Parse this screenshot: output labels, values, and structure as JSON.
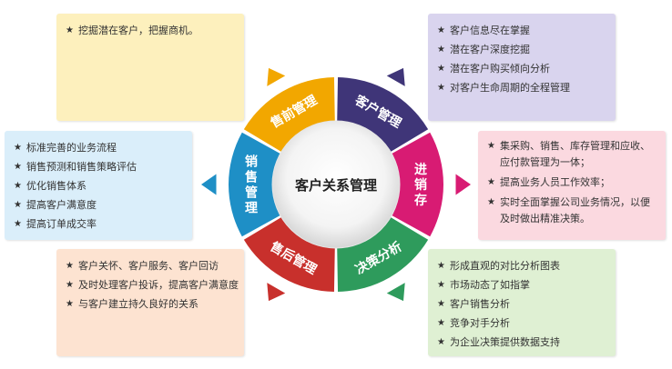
{
  "center": {
    "title": "客户关系管理"
  },
  "segments": [
    {
      "label": "客户管理",
      "color": "#3f3578"
    },
    {
      "label": "进销存",
      "color": "#d81b73"
    },
    {
      "label": "决策分析",
      "color": "#2e9b5c"
    },
    {
      "label": "售后管理",
      "color": "#c8302c"
    },
    {
      "label": "销售管理",
      "color": "#1e8fc6"
    },
    {
      "label": "售前管理",
      "color": "#f2a700"
    }
  ],
  "boxes": {
    "presale": {
      "color": "#fdf0bd",
      "items": [
        "挖掘潜在客户，把握商机。"
      ]
    },
    "customer": {
      "color": "#d9d4ee",
      "items": [
        "客户信息尽在掌握",
        "潜在客户深度挖掘",
        "潜在客户购买倾向分析",
        "对客户生命周期的全程管理"
      ]
    },
    "sales": {
      "color": "#daeefa",
      "items": [
        "标准完善的业务流程",
        "销售预测和销售策略评估",
        "优化销售体系",
        "提高客户满意度",
        "提高订单成交率"
      ]
    },
    "inventory": {
      "color": "#fbd9e0",
      "items": [
        "集采购、销售、库存管理和应收、应付款管理为一体；",
        "提高业务人员工作效率；",
        "实时全面掌握公司业务情况，以便及时做出精准决策。"
      ]
    },
    "aftersale": {
      "color": "#fde3d1",
      "items": [
        "客户关怀、客户服务、客户回访",
        "及时处理客户投诉，提高客户满意度",
        "与客户建立持久良好的关系"
      ]
    },
    "decision": {
      "color": "#dff0d3",
      "items": [
        "形成直观的对比分析图表",
        "市场动态了如指掌",
        "客户销售分析",
        "竞争对手分析",
        "为企业决策提供数据支持"
      ]
    }
  }
}
